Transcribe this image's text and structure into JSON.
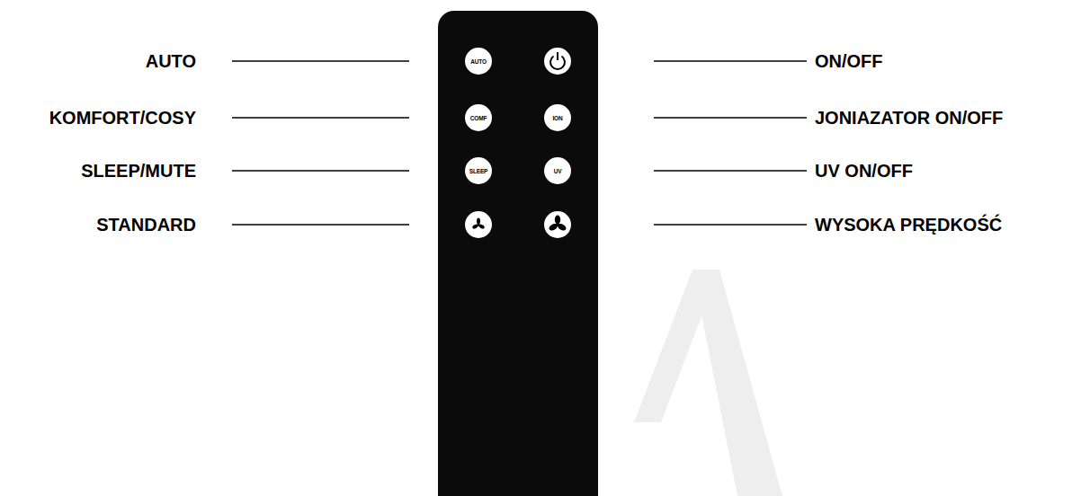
{
  "diagram": {
    "nodes": [
      {
        "text": [
          "AUTO"
        ]
      },
      {
        "text": [
          "COMF"
        ]
      },
      {
        "text": [
          "ION"
        ]
      },
      {
        "text": [
          "SLEEP"
        ]
      },
      {
        "text": [
          "UV"
        ]
      }
    ],
    "labels": [
      "AUTO",
      "ON/OFF",
      "KOMFORT/COSY",
      "JONIAZATOR ON/OFF",
      "SLEEP/MUTE",
      "UV ON/OFF",
      "STANDARD",
      "WYSOKA PRĘDKOŚĆ"
    ]
  }
}
